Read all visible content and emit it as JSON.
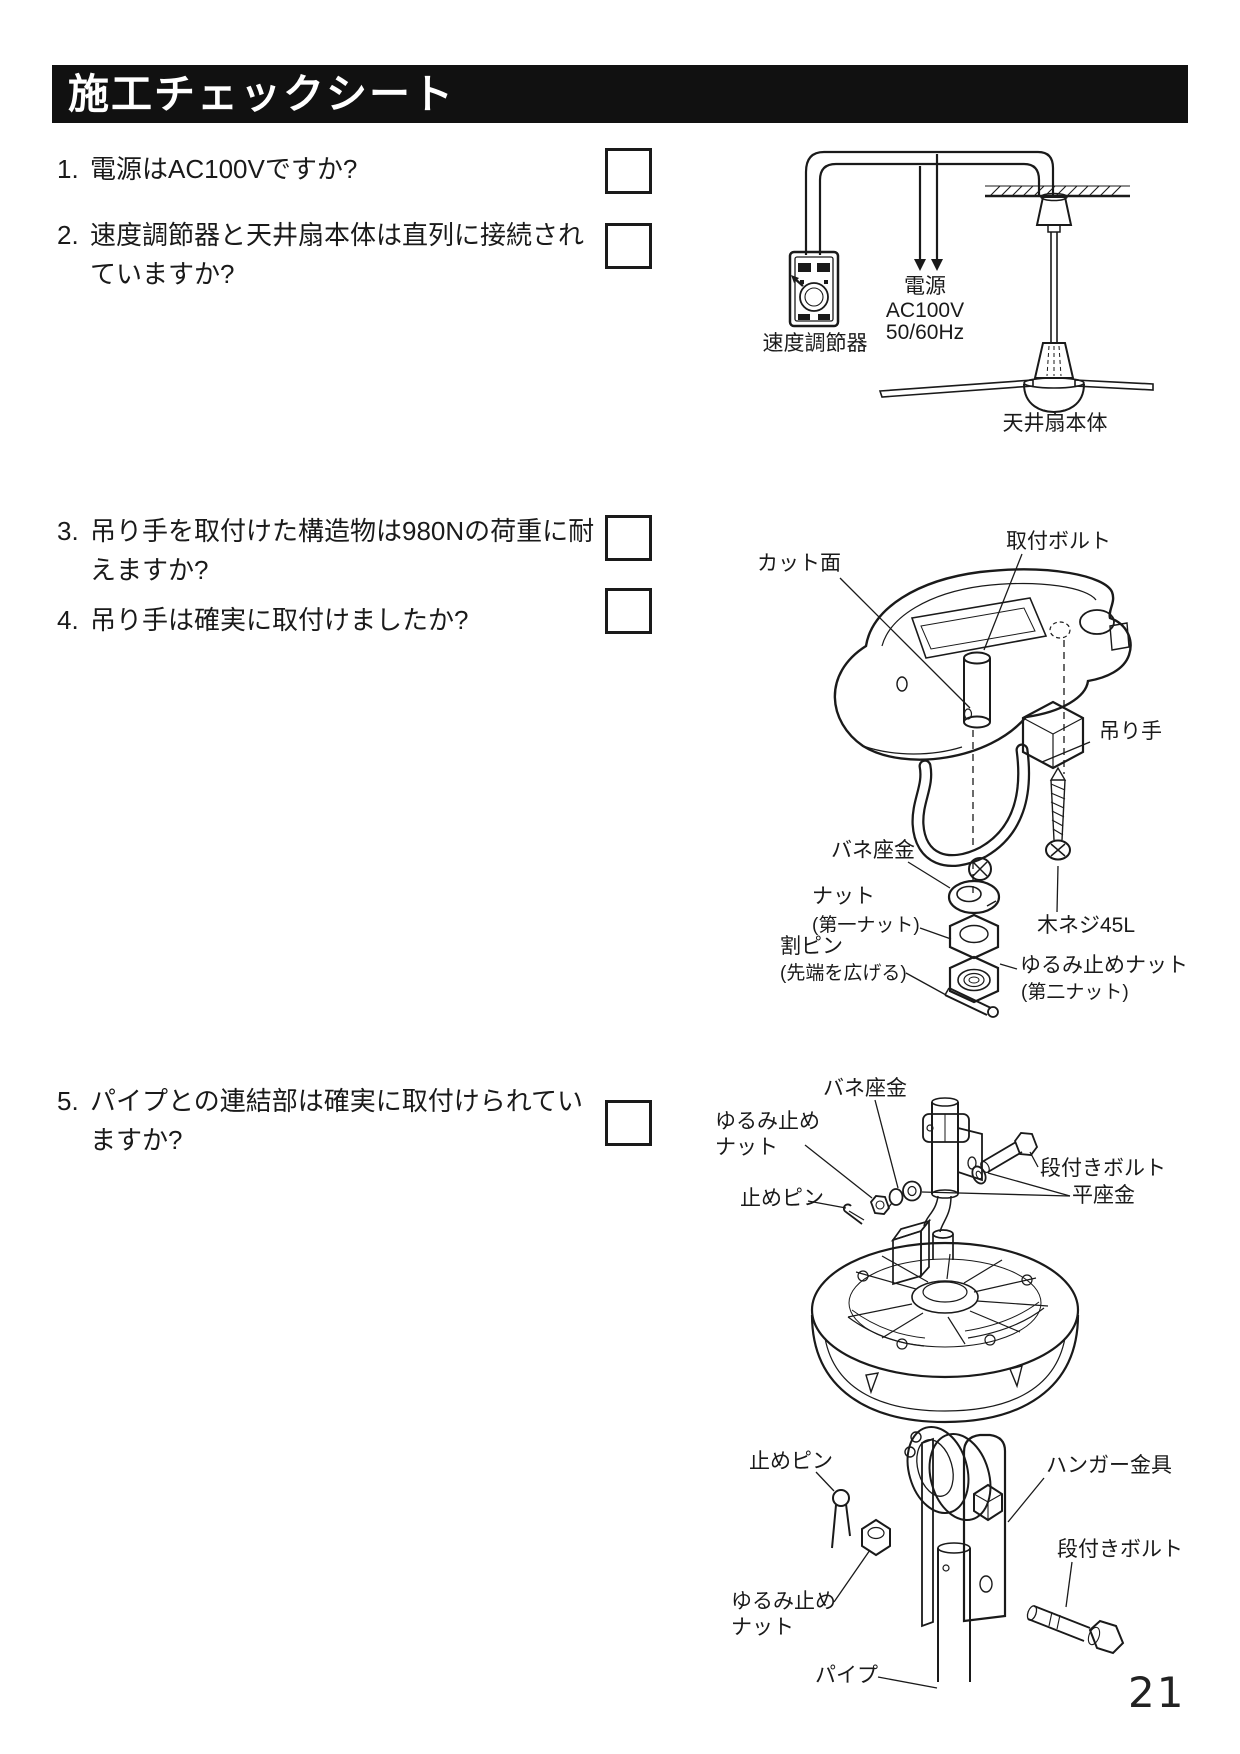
{
  "page": {
    "title": "施工チェックシート",
    "page_number": "21"
  },
  "colors": {
    "header_bar": "#111111",
    "ink": "#1a1a1a",
    "paper": "#ffffff"
  },
  "checklist": {
    "items": [
      {
        "number": "1.",
        "text": "電源はAC100Vですか?"
      },
      {
        "number": "2.",
        "text": "速度調節器と天井扇本体は直列に接続され\nていますか?"
      },
      {
        "number": "3.",
        "text": "吊り手を取付けた構造物は980Nの荷重に耐\nえますか?"
      },
      {
        "number": "4.",
        "text": "吊り手は確実に取付けましたか?"
      },
      {
        "number": "5.",
        "text": "パイプとの連結部は確実に取付けられてい\nますか?"
      }
    ]
  },
  "wiring_diagram": {
    "controller_label": "速度調節器",
    "power_label": "電源",
    "voltage": "AC100V",
    "frequency": "50/60Hz",
    "fan_label": "天井扇本体"
  },
  "hanger_diagram": {
    "mount_bolt": "取付ボルト",
    "cut_face": "カット面",
    "hanger": "吊り手",
    "spring_washer": "バネ座金",
    "nut": "ナット",
    "nut_note": "(第一ナット)",
    "wood_screw": "木ネジ45L",
    "split_pin": "割ピン",
    "split_pin_note": "(先端を広げる)",
    "lock_nut": "ゆるみ止めナット",
    "lock_nut_note": "(第二ナット)"
  },
  "pipe_joint_diagram": {
    "spring_washer": "バネ座金",
    "lock_nut_line1": "ゆるみ止め",
    "lock_nut_line2": "ナット",
    "stop_pin": "止めピン",
    "step_bolt": "段付きボルト",
    "flat_washer": "平座金"
  },
  "bracket_diagram": {
    "stop_pin": "止めピン",
    "hanger_bracket": "ハンガー金具",
    "step_bolt": "段付きボルト",
    "lock_nut_line1": "ゆるみ止め",
    "lock_nut_line2": "ナット",
    "pipe": "パイプ"
  }
}
